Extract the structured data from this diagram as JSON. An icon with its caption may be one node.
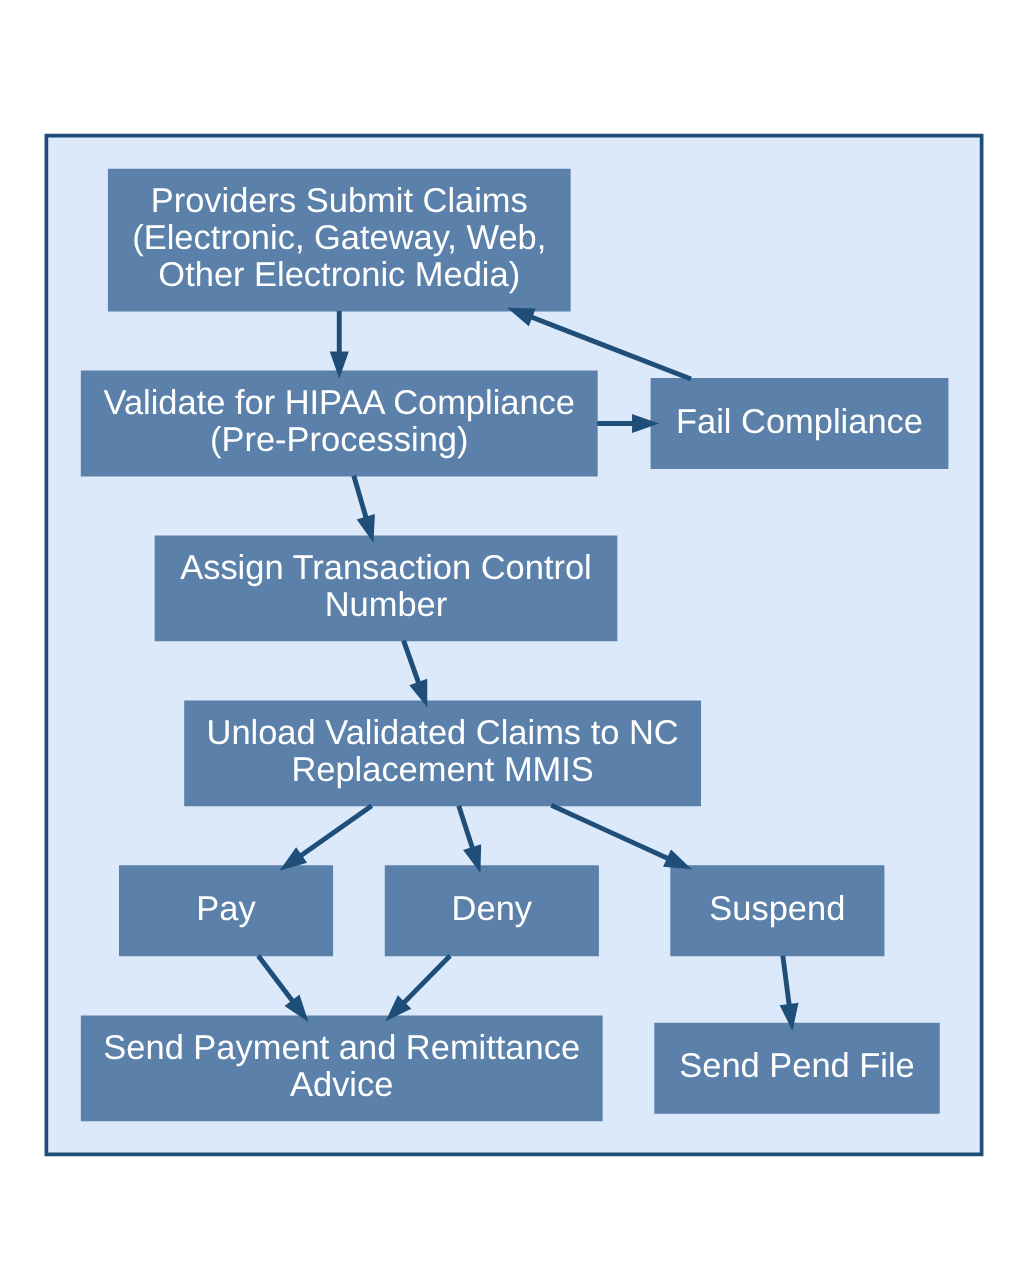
{
  "diagram": {
    "nodes": [
      {
        "text": [],
        "shape": "box"
      },
      {
        "text": [
          "Providers Submit Claims",
          "(Electronic, Gateway, Web, Other Electronic Media)"
        ],
        "in": 0
      },
      {
        "text": [
          "Validate for HIPAA Compliance",
          "(Pre-Processing)"
        ],
        "in": 0
      },
      {
        "text": [
          "Fail Compliance"
        ],
        "in": 0
      },
      {
        "text": [
          "Assign Transaction Control Number"
        ],
        "in": 0
      },
      {
        "text": [
          "Unload Validated Claims to NC Replacement MMIS"
        ],
        "in": 0
      },
      {
        "text": [
          "Pay"
        ],
        "in": 0
      },
      {
        "text": [
          "Deny"
        ],
        "in": 0
      },
      {
        "text": [
          "Suspend"
        ],
        "in": 0
      },
      {
        "text": [
          "Send Payment and Remittance Advice"
        ],
        "in": 0
      },
      {
        "text": [
          "Send Pend File"
        ],
        "in": 0
      }
    ],
    "edges": [
      {
        "from": 1,
        "to": 2,
        "arrow": "to"
      },
      {
        "from": 2,
        "to": 3,
        "arrow": "to"
      },
      {
        "from": 3,
        "to": 1,
        "arrow": "to"
      },
      {
        "from": 2,
        "to": 4,
        "arrow": "to"
      },
      {
        "from": 4,
        "to": 5,
        "arrow": "to"
      },
      {
        "from": 5,
        "to": 6,
        "arrow": "to"
      },
      {
        "from": 5,
        "to": 7,
        "arrow": "to"
      },
      {
        "from": 5,
        "to": 8,
        "arrow": "to"
      },
      {
        "from": 6,
        "to": 9,
        "arrow": "to"
      },
      {
        "from": 7,
        "to": 9,
        "arrow": "to"
      },
      {
        "from": 8,
        "to": 10,
        "arrow": "to"
      }
    ]
  }
}
